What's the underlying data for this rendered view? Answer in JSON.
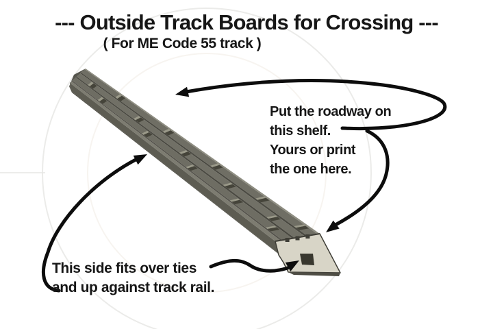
{
  "title": "--- Outside Track Boards for Crossing ---",
  "subtitle": "( For ME Code 55 track )",
  "annotations": {
    "shelf_note": {
      "lines": [
        "Put the roadway on",
        "this shelf.",
        "Yours or print",
        "the one here."
      ]
    },
    "ties_note": {
      "lines": [
        "This side fits over ties",
        "and up against track rail."
      ]
    }
  },
  "model": {
    "description": "3D CAD render of an outside track board (long grooved plank strip with stepped end profile)",
    "colors": {
      "board_top": "#6f6e64",
      "board_groove": "#4a4941",
      "board_side": "#5d5c52",
      "board_shelf_strip": "#7d7c71",
      "end_face": "#d8d5c7",
      "notch_shadow": "#39382f",
      "arrow": "#0d0d0d",
      "text": "#161616",
      "orbit_circle": "#ebebe9",
      "background": "#ffffff"
    }
  }
}
